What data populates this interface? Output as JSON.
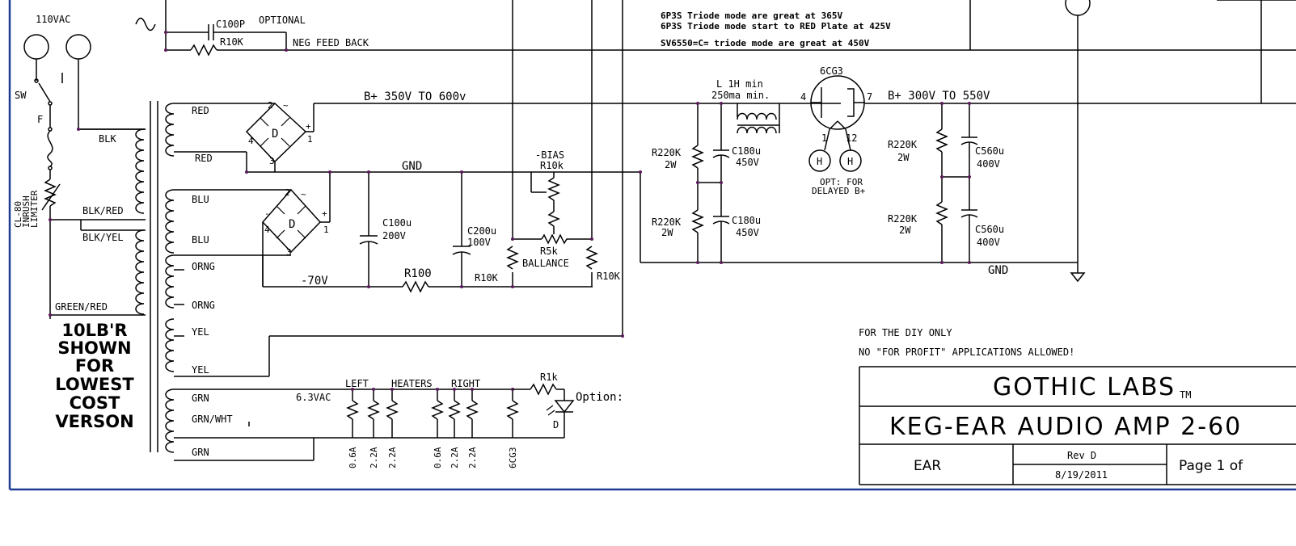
{
  "mains": {
    "voltage": "110VAC",
    "switch": "SW",
    "fuse": "F",
    "limiter": [
      "CL-80",
      "INRUSH",
      "LIMITER"
    ]
  },
  "feedback": {
    "cap": "C100P",
    "optional": "OPTIONAL",
    "resistor": "R10K",
    "label": "NEG FEED BACK"
  },
  "tube_notes": [
    "6P3S Triode mode are great at 365V",
    "6P3S Triode mode start to RED Plate at 425V",
    "SV6550=C= triode mode  are great at 450V"
  ],
  "transformer": {
    "wires": [
      "RED",
      "RED",
      "BLK",
      "BLK/RED",
      "BLK/YEL",
      "BLU",
      "BLU",
      "ORNG",
      "ORNG",
      "YEL",
      "YEL",
      "GREEN/RED",
      "GRN",
      "GRN/WHT",
      "GRN"
    ],
    "note": [
      "10LB'R",
      "SHOWN",
      "FOR",
      "LOWEST",
      "COST",
      "VERSON"
    ]
  },
  "supply": {
    "bplus": "B+ 350V TO 600v",
    "gnd": "GND",
    "bias": "-BIAS",
    "r10k_small": "R10k",
    "bridge": "D",
    "neg70": "-70V",
    "c100": [
      "C100u",
      "200V"
    ],
    "c200": [
      "C200u",
      "100V"
    ],
    "r100": "R100",
    "r10k_l": "R10K",
    "r10k_r": "R10K",
    "r5k": "R5k",
    "ballance": "BALLANCE",
    "pins": [
      "2",
      "~",
      "4",
      "+",
      "1",
      "3",
      "~",
      "-"
    ]
  },
  "filter": {
    "choke": [
      "L 1H min",
      "250ma min."
    ],
    "tube": "6CG3",
    "pin4": "4",
    "pin7": "7",
    "pin1": "1",
    "pin12": "12",
    "h": "H",
    "opt": [
      "OPT: FOR",
      "DELAYED B+"
    ],
    "bplus_out": "B+ 300V TO 550V",
    "r220_a": [
      "R220K",
      "2W"
    ],
    "r220_b": [
      "R220K",
      "2W"
    ],
    "r220_c": [
      "R220K",
      "2W"
    ],
    "r220_d": [
      "R220K",
      "2W"
    ],
    "c180_a": [
      "C180u",
      "450V"
    ],
    "c180_b": [
      "C180u",
      "450V"
    ],
    "c560_a": [
      "C560u",
      "400V"
    ],
    "c560_b": [
      "C560u",
      "400V"
    ],
    "gnd": "GND"
  },
  "heaters": {
    "vac": "6.3VAC",
    "left": "LEFT",
    "heaters": "HEATERS",
    "right": "RIGHT",
    "loads": [
      "0.6A",
      "2.2A",
      "2.2A",
      "0.6A",
      "2.2A",
      "2.2A",
      "6CG3"
    ],
    "r1k": "R1k",
    "option": "Option:",
    "led": "D"
  },
  "notice": [
    "FOR THE DIY ONLY",
    "NO \"FOR PROFIT\"  APPLICATIONS ALLOWED!"
  ],
  "title_block": {
    "company": "GOTHIC LABS",
    "tm": "TM",
    "title": "KEG-EAR  AUDIO AMP 2-60",
    "name": "EAR",
    "rev": "Rev D",
    "date": "8/19/2011",
    "page": "Page 1 of"
  }
}
